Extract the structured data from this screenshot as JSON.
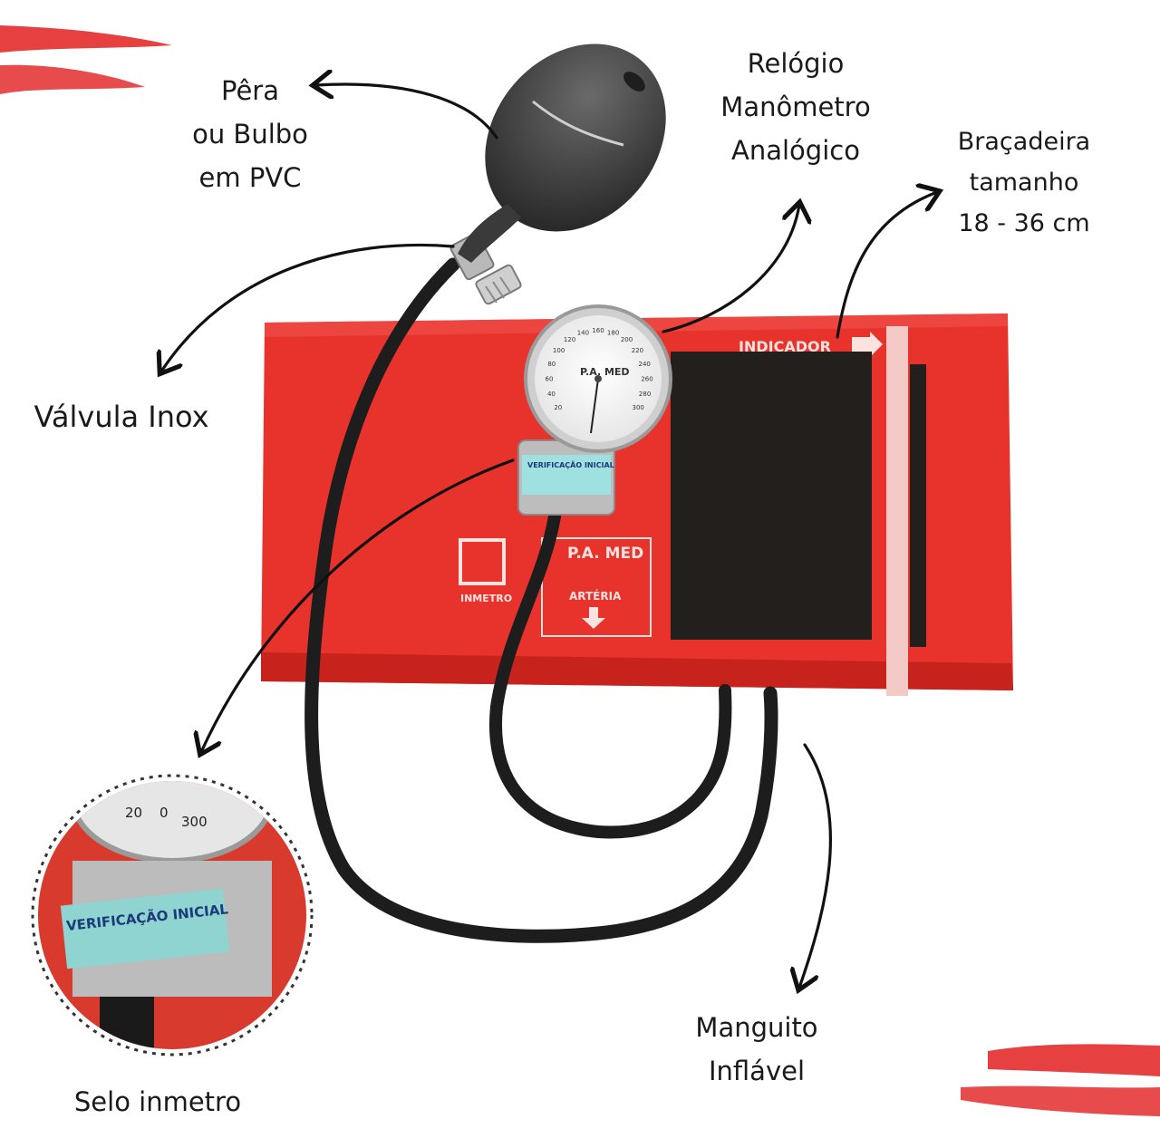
{
  "labels": {
    "pera": [
      "Pêra",
      "ou Bulbo",
      "em PVC"
    ],
    "relogio": [
      "Relógio",
      "Manômetro",
      "Analógico"
    ],
    "bracadeira": [
      "Braçadeira",
      "tamanho",
      "18 - 36 cm"
    ],
    "valvula": "Válvula Inox",
    "manguito": [
      "Manguito",
      "Inflável"
    ],
    "selo": "Selo inmetro"
  },
  "product_print": {
    "cuff_indicator": "INDICADOR",
    "brand": "P.A. MED",
    "model": "ARTÉRIA",
    "seal_text": "VERIFICAÇÃO INICIAL",
    "inmetro": "INMETRO",
    "gauge_ticks": [
      "20",
      "40",
      "60",
      "80",
      "100",
      "120",
      "140",
      "160",
      "180",
      "200",
      "220",
      "240",
      "260",
      "280",
      "300"
    ],
    "zoom_ticks": [
      "20",
      "0",
      "300"
    ]
  },
  "colors": {
    "cuff": "#e8322c",
    "cuff_dark": "#c8221d",
    "velcro": "#231f1c",
    "tube": "#1d1d1d",
    "bulb": "#3a3a3a",
    "accent": "#e32b2b",
    "text": "#1a1a1a"
  }
}
